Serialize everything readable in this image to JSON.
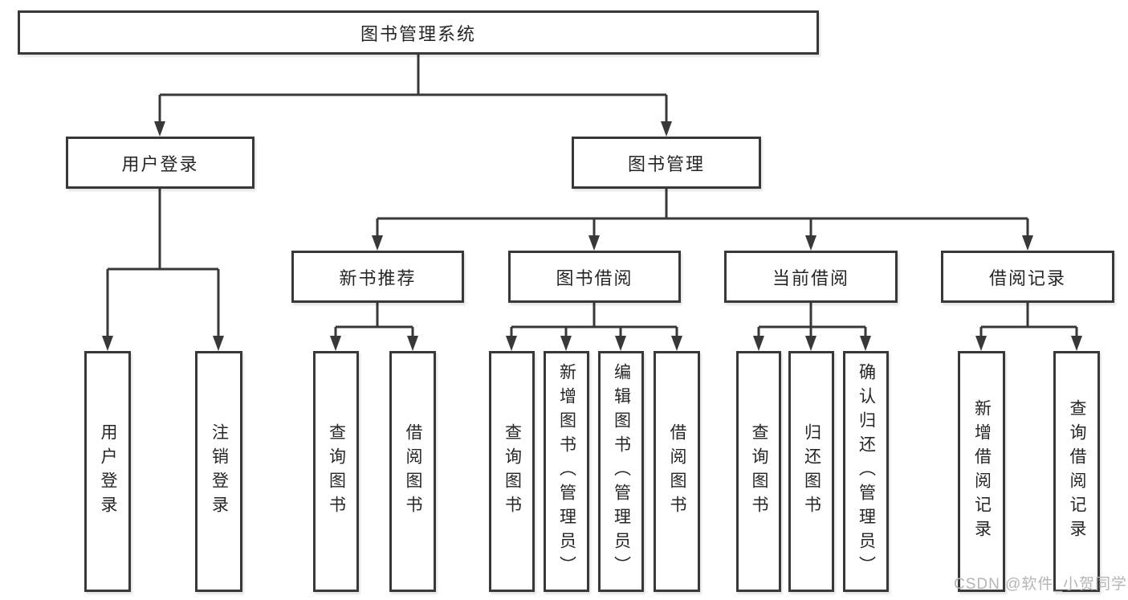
{
  "diagram": {
    "root": {
      "label": "图书管理系统"
    },
    "branches": [
      {
        "label": "用户登录",
        "leaves": [
          {
            "label": "用户登录"
          },
          {
            "label": "注销登录"
          }
        ]
      },
      {
        "label": "图书管理",
        "groups": [
          {
            "label": "新书推荐",
            "leaves": [
              {
                "label": "查询图书"
              },
              {
                "label": "借阅图书"
              }
            ]
          },
          {
            "label": "图书借阅",
            "leaves": [
              {
                "label": "查询图书"
              },
              {
                "label": "新增图书（管理员）"
              },
              {
                "label": "编辑图书（管理员）"
              },
              {
                "label": "借阅图书"
              }
            ]
          },
          {
            "label": "当前借阅",
            "leaves": [
              {
                "label": "查询图书"
              },
              {
                "label": "归还图书"
              },
              {
                "label": "确认归还（管理员）"
              }
            ]
          },
          {
            "label": "借阅记录",
            "leaves": [
              {
                "label": "新增借阅记录"
              },
              {
                "label": "查询借阅记录"
              }
            ]
          }
        ]
      }
    ],
    "watermark": "CSDN @软件_小贺同学",
    "colors": {
      "line": "#383838",
      "text": "#262626",
      "watermark": "#b5b5b5",
      "background": "#ffffff"
    }
  }
}
